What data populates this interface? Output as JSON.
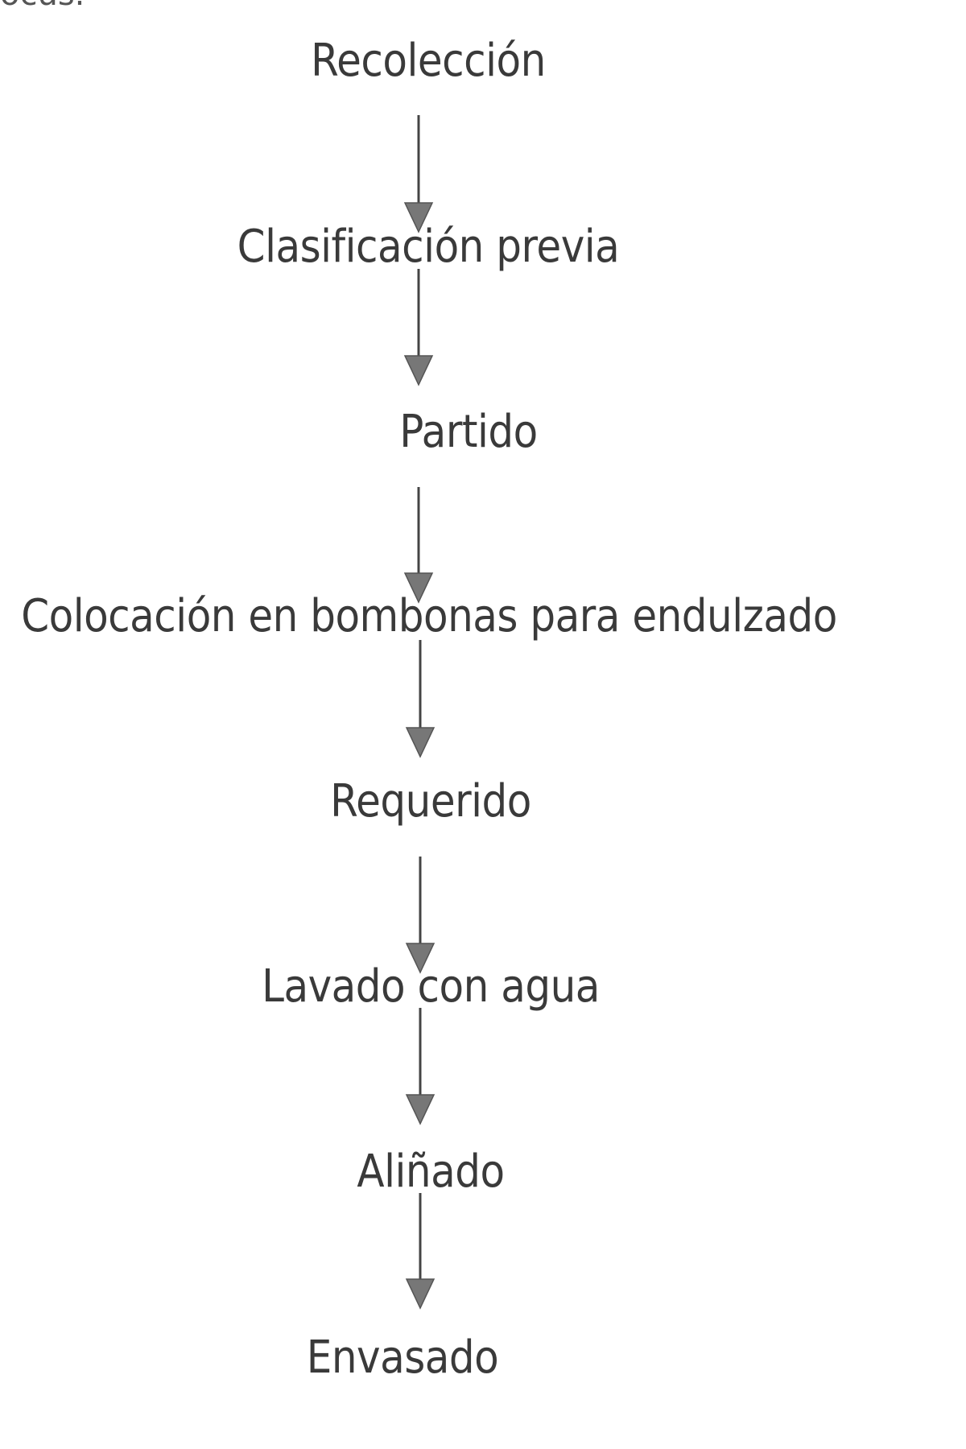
{
  "diagram": {
    "header_fragment": "ocus.",
    "steps": [
      "Recolección",
      "Clasificación previa",
      "Partido",
      "Colocación en bombonas para endulzado",
      "Requerido",
      "Lavado con agua",
      "Aliñado",
      "Envasado"
    ],
    "colors": {
      "text": "#3a3a3a",
      "arrow_line": "#444444",
      "arrow_head": "#777777"
    }
  }
}
